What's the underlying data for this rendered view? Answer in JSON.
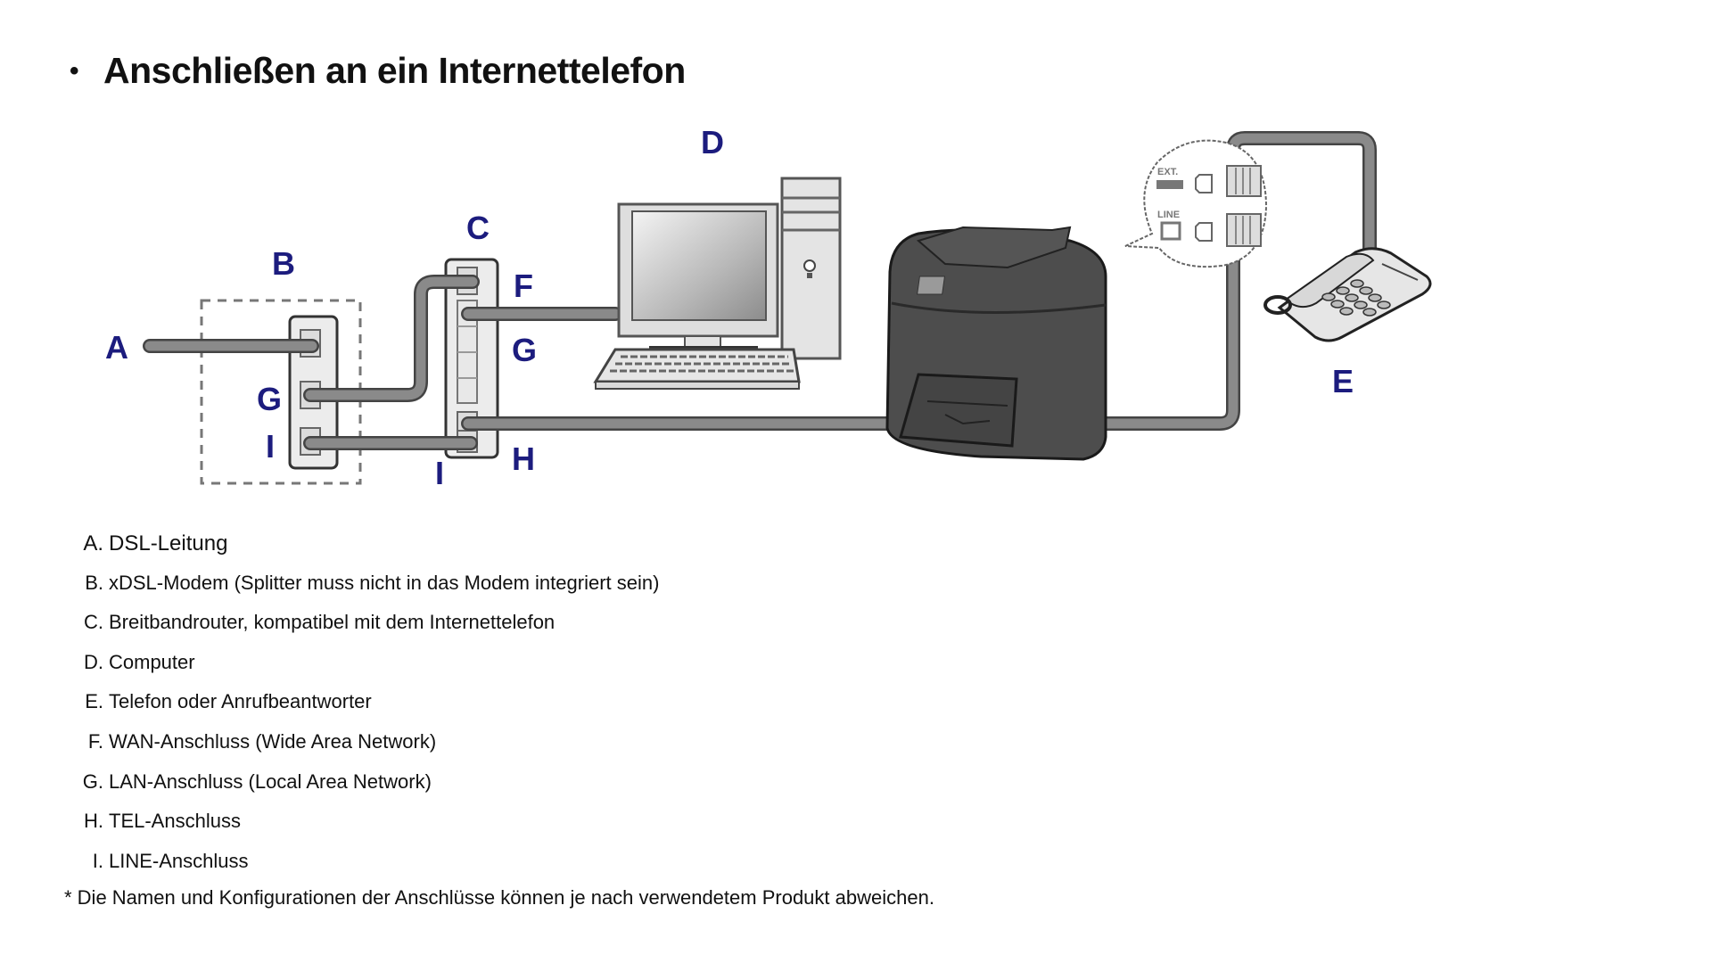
{
  "title": {
    "bullet": "•",
    "text": "Anschließen an ein Internettelefon"
  },
  "diagram": {
    "labels": {
      "A": "A",
      "B": "B",
      "C": "C",
      "D": "D",
      "E": "E",
      "F": "F",
      "G_router": "G",
      "G_modem": "G",
      "H": "H",
      "I_modem": "I",
      "I_router": "I"
    },
    "port_labels": {
      "ext": "EXT.",
      "line": "LINE"
    },
    "colors": {
      "label": "#1c1c7e",
      "cable": "#8a8a8a",
      "device_dark": "#4a4a4a",
      "device_light": "#e6e6e6"
    }
  },
  "legend": [
    {
      "key": "A.",
      "text": "DSL-Leitung"
    },
    {
      "key": "B.",
      "text": "xDSL-Modem (Splitter muss nicht in das Modem integriert sein)"
    },
    {
      "key": "C.",
      "text": "Breitbandrouter, kompatibel mit dem Internettelefon"
    },
    {
      "key": "D.",
      "text": "Computer"
    },
    {
      "key": "E.",
      "text": "Telefon oder Anrufbeantworter"
    },
    {
      "key": "F.",
      "text": "WAN-Anschluss (Wide Area Network)"
    },
    {
      "key": "G.",
      "text": "LAN-Anschluss (Local Area Network)"
    },
    {
      "key": "H.",
      "text": "TEL-Anschluss"
    },
    {
      "key": "I.",
      "text": "LINE-Anschluss"
    }
  ],
  "footnote": "* Die Namen und Konfigurationen der Anschlüsse können je nach verwendetem Produkt abweichen."
}
